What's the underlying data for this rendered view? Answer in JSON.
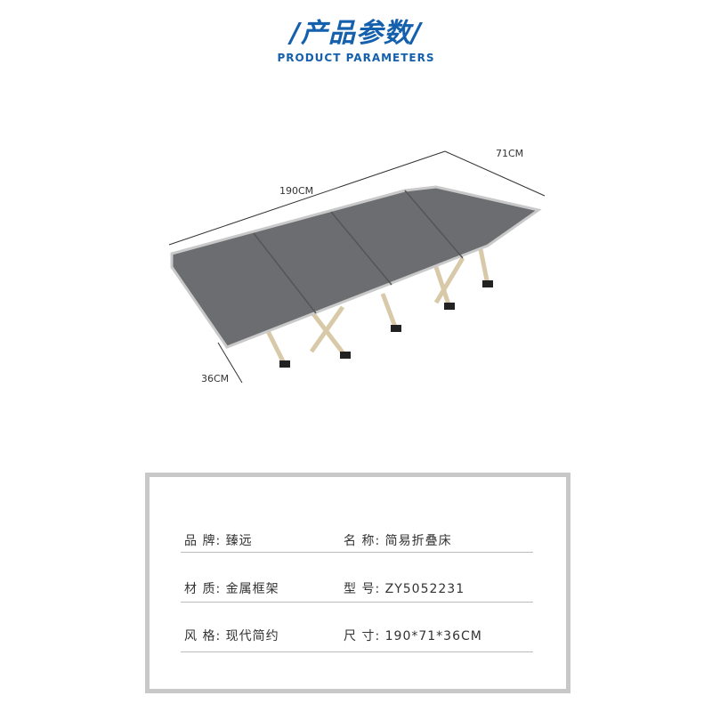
{
  "header": {
    "title": "/产品参数/",
    "subtitle": "PRODUCT PARAMETERS"
  },
  "dimensions": {
    "length": "190CM",
    "width": "71CM",
    "height": "36CM"
  },
  "colors": {
    "accent": "#1560ad",
    "mattress": "#6b6d70",
    "frame": "#c8c8c8"
  },
  "params": [
    {
      "label": "品 牌:",
      "value": "臻远"
    },
    {
      "label": "名 称:",
      "value": "简易折叠床"
    },
    {
      "label": "材 质:",
      "value": "金属框架"
    },
    {
      "label": "型 号:",
      "value": "ZY5052231"
    },
    {
      "label": "风 格:",
      "value": "现代简约"
    },
    {
      "label": "尺 寸:",
      "value": "190*71*36CM"
    }
  ]
}
